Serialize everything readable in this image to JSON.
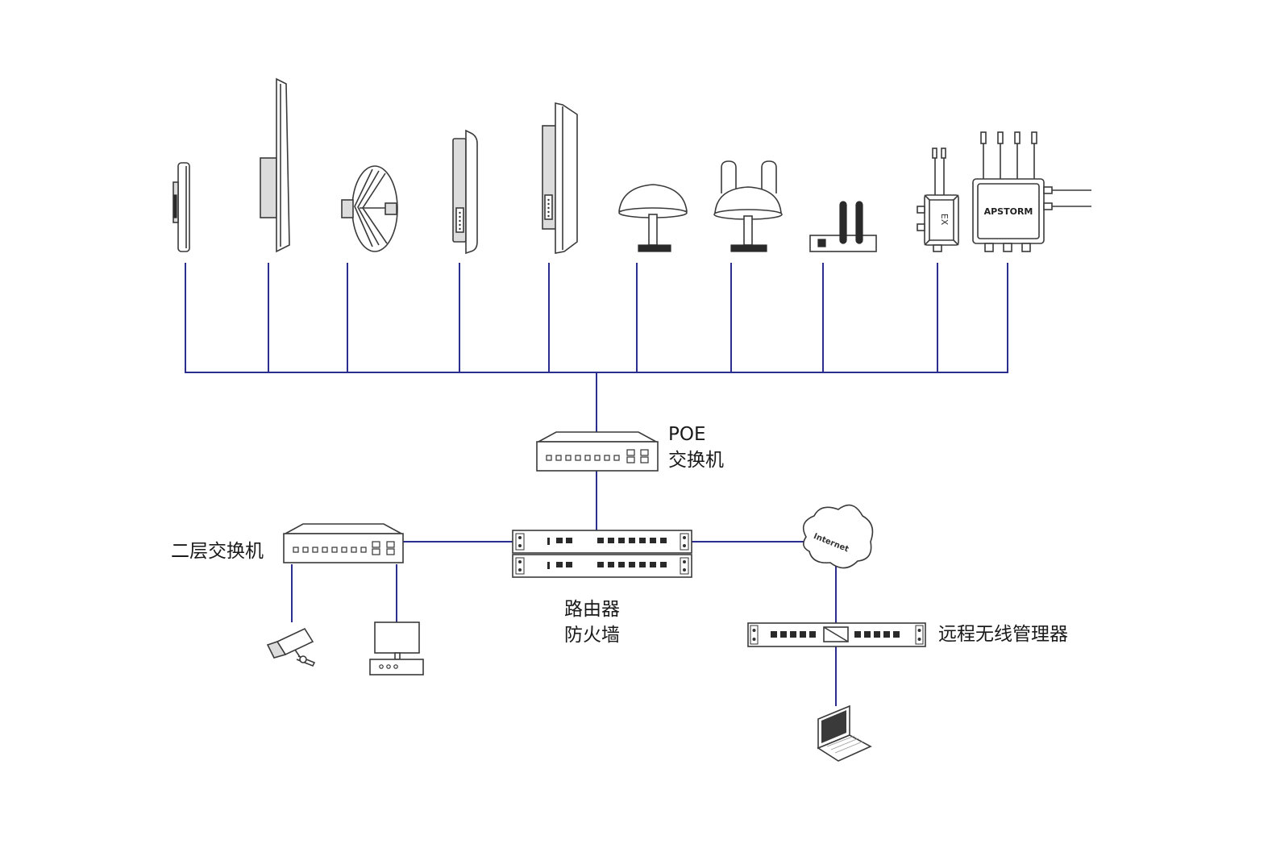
{
  "labels": {
    "poe_line1": "POE",
    "poe_line2": "交换机",
    "l2_switch": "二层交换机",
    "router_line1": "路由器",
    "router_line2": "防火墙",
    "remote_manager": "远程无线管理器",
    "internet": "Internet",
    "brand": "APSTORM",
    "ex_mark": "EX"
  },
  "colors": {
    "link": "#2b2e8f",
    "device_stroke": "#3a3a3a",
    "device_fill": "#ffffff",
    "device_shade": "#dcdcdc"
  },
  "devices": {
    "top_row": [
      "small-panel-cpe",
      "tall-panel-antenna",
      "dish-antenna",
      "medium-panel-cpe",
      "large-panel-cpe",
      "ceiling-omni-antenna",
      "ceiling-dual-antenna",
      "indoor-router",
      "explosion-proof-ap",
      "outdoor-ap"
    ],
    "icons": [
      "poe-switch-icon",
      "l2-switch-icon",
      "router-firewall-icon",
      "cloud-icon",
      "remote-manager-icon",
      "camera-icon",
      "desktop-computer-icon",
      "laptop-icon"
    ]
  }
}
